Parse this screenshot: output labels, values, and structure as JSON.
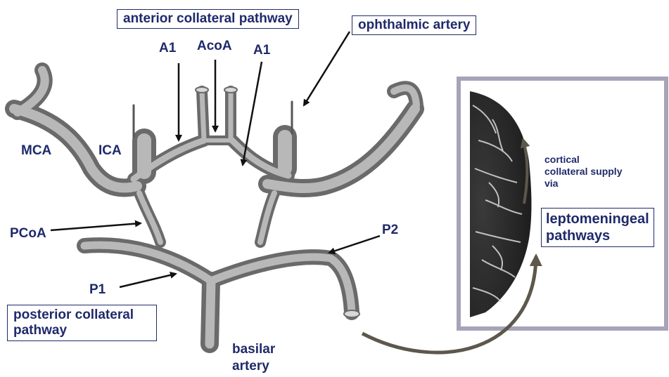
{
  "labels": {
    "anterior_pathway": "anterior collateral pathway",
    "ophthalmic": "ophthalmic artery",
    "a1_left": "A1",
    "acoa": "AcoA",
    "a1_right": "A1",
    "mca": "MCA",
    "ica": "ICA",
    "pcoa": "PCoA",
    "p2": "P2",
    "p1": "P1",
    "posterior_pathway_line1": "posterior collateral",
    "posterior_pathway_line2": "pathway",
    "basilar_line1": "basilar",
    "basilar_line2": "artery",
    "cortical_line1": "cortical",
    "cortical_line2": "collateral supply",
    "cortical_line3": "via",
    "lepto_line1": "leptomeningeal",
    "lepto_line2": "pathways"
  },
  "colors": {
    "text": "#1f2a6b",
    "vessel": "#8e8e8e",
    "vessel_highlight": "#c9c9c9",
    "inset_border": "#a7a3b8",
    "curve_arrow": "#5d574c"
  }
}
